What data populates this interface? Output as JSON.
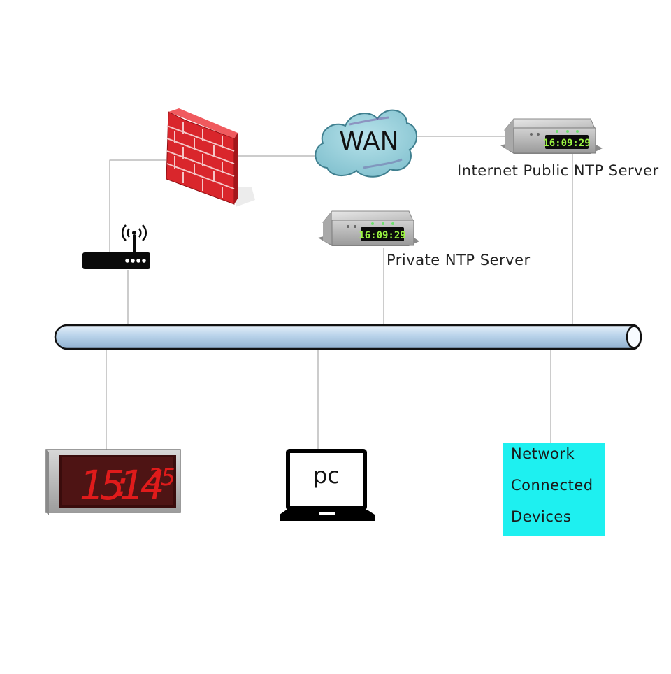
{
  "wan": {
    "label": "WAN"
  },
  "public_server": {
    "label": "Internet Public NTP Server",
    "display": "16:09:29"
  },
  "private_server": {
    "label": "Private NTP Server",
    "display": "16:09:29"
  },
  "wall_clock": {
    "hours": "15",
    "colon": ":",
    "minutes": "14",
    "seconds": "35"
  },
  "pc": {
    "label": "pc"
  },
  "network_devices": {
    "line1": "Network",
    "line2": "Connected",
    "line3": "Devices"
  },
  "colors": {
    "cloud": "#8ec9d6",
    "firewall": "#d9262c",
    "bus": "#b9d3ea",
    "devices_box": "#1ef0f0",
    "clock_digits": "#e01b1b",
    "server_digits": "#9bf542"
  }
}
